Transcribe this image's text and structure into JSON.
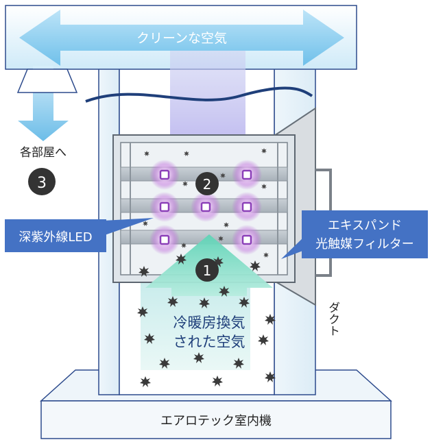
{
  "labels": {
    "clean_air": "クリーンな空気",
    "to_rooms": "各部屋へ",
    "duct": "ダクト",
    "conditioned_air_line1": "冷暖房換気",
    "conditioned_air_line2": "された空気",
    "indoor_unit": "エアロテック室内機",
    "led_callout": "深紫外線LED",
    "filter_callout_line1": "エキスパンド",
    "filter_callout_line2": "光触媒フィルター"
  },
  "steps": [
    "1",
    "2",
    "3"
  ],
  "colors": {
    "callout_blue": "#4472c4",
    "frame_blue": "#2c4a8c",
    "arrow_light_blue": "#9fd6f2",
    "led_purple": "#8b3fb8",
    "badge_dark": "#333333",
    "particle_dark": "#333333"
  },
  "icons": {
    "led": "led-glow-icon",
    "particle": "dust-particle-icon"
  }
}
